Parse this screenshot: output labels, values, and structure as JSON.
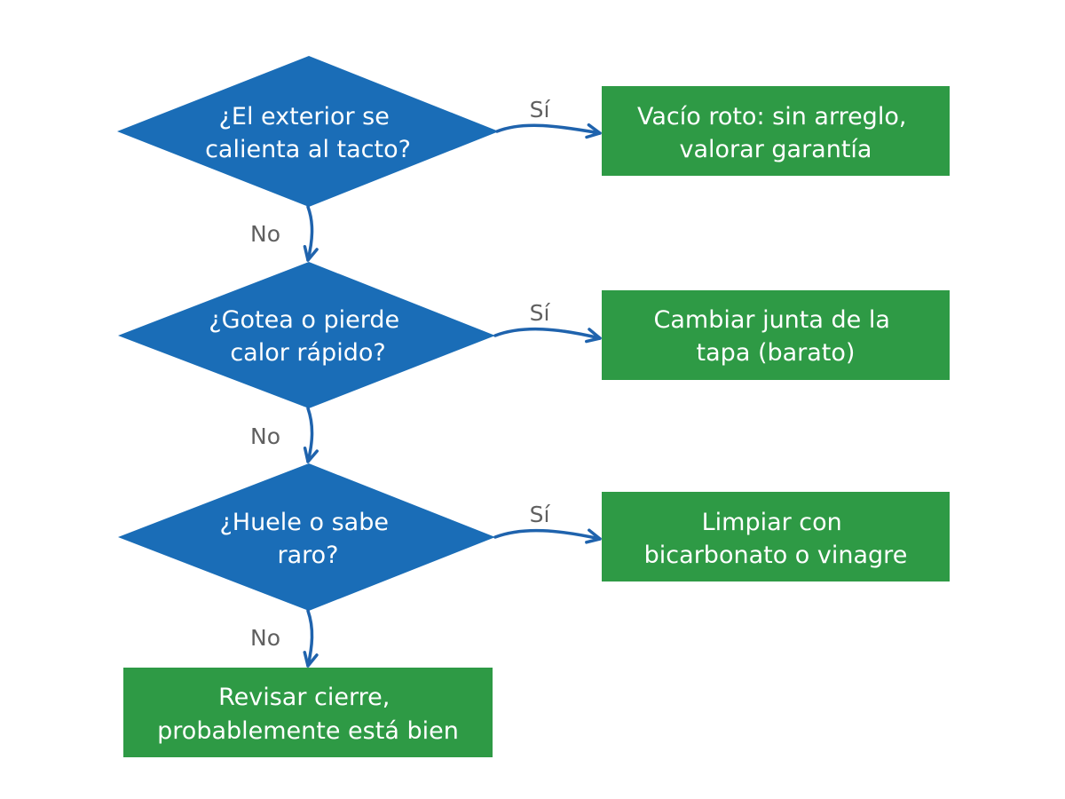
{
  "colors": {
    "decision_fill": "#1a6db7",
    "action_fill": "#2e9a45",
    "connector": "#1f63ad",
    "edge_label": "#606060",
    "node_text": "#ffffff"
  },
  "decisions": [
    {
      "lines": [
        "¿El exterior se",
        "calienta al tacto?"
      ]
    },
    {
      "lines": [
        "¿Gotea o pierde",
        "calor rápido?"
      ]
    },
    {
      "lines": [
        "¿Huele o sabe",
        "raro?"
      ]
    }
  ],
  "actions": [
    {
      "lines": [
        "Vacío roto: sin arreglo,",
        "valorar garantía"
      ]
    },
    {
      "lines": [
        "Cambiar junta de la",
        "tapa (barato)"
      ]
    },
    {
      "lines": [
        "Limpiar con",
        "bicarbonato o vinagre"
      ]
    },
    {
      "lines": [
        "Revisar cierre,",
        "probablemente está bien"
      ]
    }
  ],
  "edge_labels": {
    "yes": "Sí",
    "no": "No"
  }
}
